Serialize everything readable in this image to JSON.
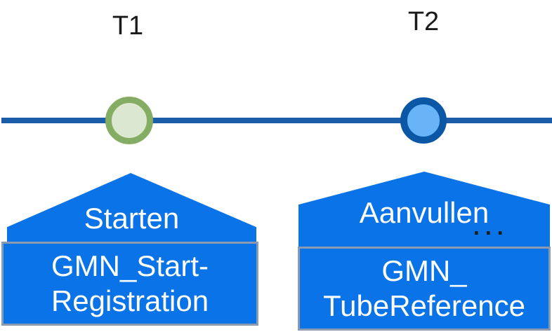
{
  "diagram_type": "timeline",
  "labels": {
    "t1": "T1",
    "t2": "T2"
  },
  "events": [
    {
      "id": "t1",
      "label": "T1",
      "marker_style": "green-ring-light-green-fill",
      "action": "Starten",
      "artifact": {
        "line1": "GMN_Start-",
        "line2": "Registration",
        "full": "GMN_StartRegistration"
      }
    },
    {
      "id": "t2",
      "label": "T2",
      "marker_style": "dark-blue-ring-light-blue-fill",
      "action": "Aanvullen",
      "more_indicator": "...",
      "artifact": {
        "line1": "GMN_",
        "line2": "TubeReference",
        "full": "GMN_TubeReference"
      }
    }
  ],
  "colors": {
    "callout_blue": "#0a73e8",
    "timeline_blue": "#1b5da9",
    "marker1_ring": "#85ac63",
    "marker1_fill": "#dbe7d1",
    "marker2_ring": "#0b57a5",
    "marker2_fill": "#68b4f6",
    "box_border_gray": "#8b9ab1",
    "text_white": "#ffffff",
    "text_black": "#1a1a1a"
  }
}
